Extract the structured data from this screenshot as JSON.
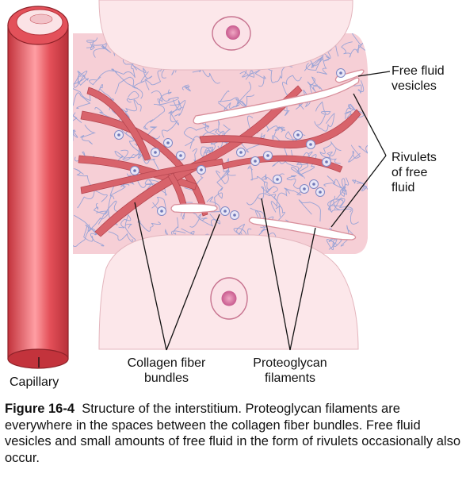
{
  "labels": {
    "vesicles_line1": "Free fluid",
    "vesicles_line2": "vesicles",
    "rivulets_line1": "Rivulets",
    "rivulets_line2": "of free",
    "rivulets_line3": "fluid",
    "capillary": "Capillary",
    "collagen_line1": "Collagen fiber",
    "collagen_line2": "bundles",
    "proteoglycan_line1": "Proteoglycan",
    "proteoglycan_line2": "filaments"
  },
  "caption": {
    "figure_number": "Figure 16-4",
    "text": "Structure of the interstitium. Proteoglycan filaments are everywhere in the spaces between the collagen fiber bundles. Free fluid vesicles and small amounts of free fluid in the form of rivulets occasionally also occur."
  },
  "colors": {
    "interstitium": "#f7d2d8",
    "cell": "#fbe6e9",
    "collagen": "#d65a63",
    "capillary": "#e0525a",
    "filament": "#9aa6d8",
    "nucleus": "#d6679a",
    "vesicle_dot": "#8088c4"
  }
}
